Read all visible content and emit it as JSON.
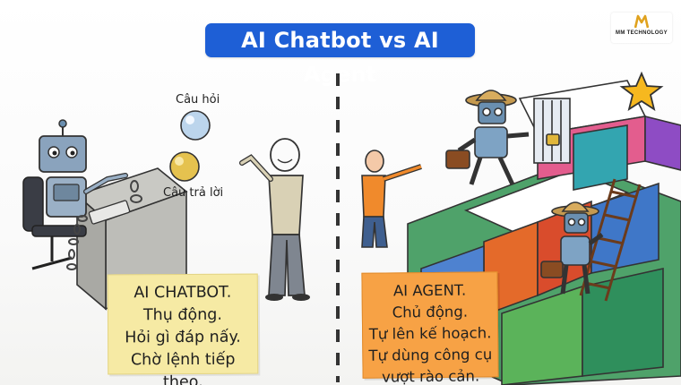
{
  "title": "AI Chatbot vs AI Agent",
  "logo": {
    "text": "MM TECHNOLOGY",
    "mark": "M"
  },
  "labels": {
    "question": "Câu hỏi",
    "answer": "Câu trả lời"
  },
  "chatbot_note": {
    "lines": [
      "AI CHATBOT.",
      "Thụ động.",
      "Hỏi gì đáp nấy.",
      "Chờ lệnh tiếp theo."
    ]
  },
  "agent_note": {
    "lines": [
      "AI AGENT.",
      "Chủ động.",
      "Tự lên kế hoạch.",
      "Tự dùng công cụ",
      "vượt rào cản."
    ]
  },
  "colors": {
    "title_bg": "#1e5fd6",
    "chatbot_note": "#f6eaa4",
    "agent_note": "#f7a245",
    "robot": "#6a8fb0"
  }
}
